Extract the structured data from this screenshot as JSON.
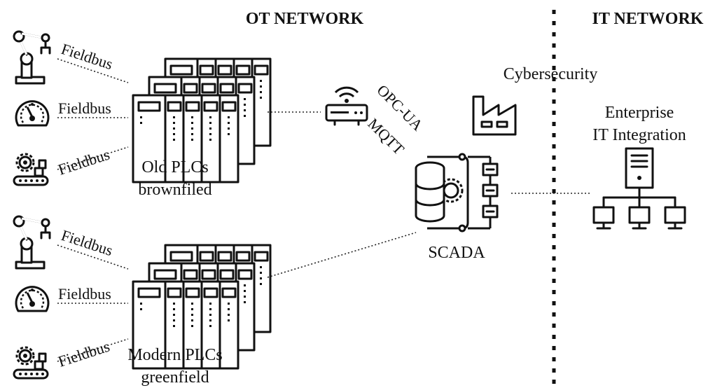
{
  "headers": {
    "ot_network": "OT NETWORK",
    "it_network": "IT NETWORK"
  },
  "fieldbus_label": "Fieldbus",
  "plc_groups": {
    "old": {
      "line1": "Old PLCs",
      "line2": "brownfiled"
    },
    "modern": {
      "line1": "Modern PLCs",
      "line2": "greenfield"
    }
  },
  "protocols": {
    "primary": "OPC-UA",
    "secondary": "MQTT"
  },
  "cybersecurity_label": "Cybersecurity",
  "scada_label": "SCADA",
  "enterprise": {
    "line1": "Enterprise",
    "line2": "IT Integration"
  },
  "icons": [
    "robot-arm-icon",
    "gauge-icon",
    "conveyor-gear-icon",
    "plc-rack-icon",
    "router-icon",
    "factory-icon",
    "scada-database-icon",
    "server-network-icon"
  ]
}
